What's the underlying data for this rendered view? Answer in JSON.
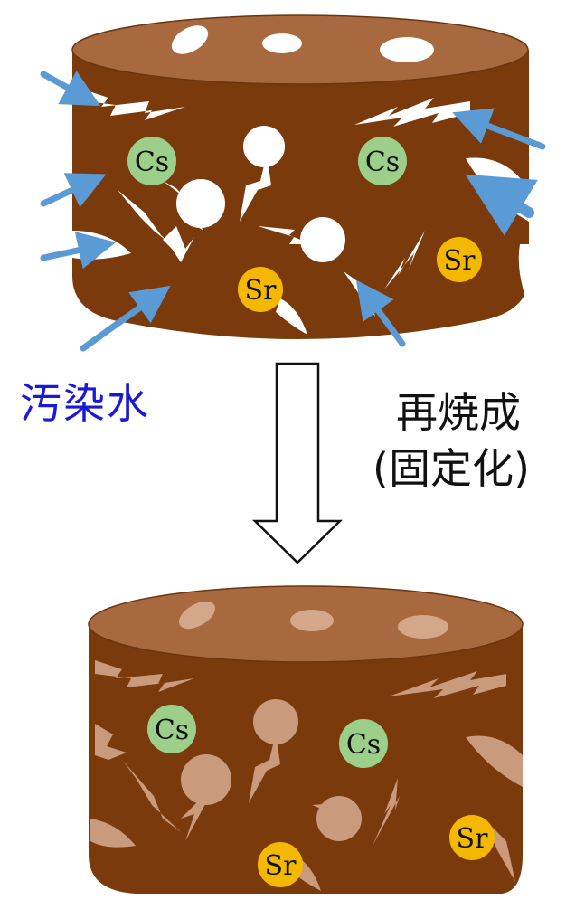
{
  "labels": {
    "contaminated_water": "汚染水",
    "process_line1": "再焼成",
    "process_line2": "(固定化)"
  },
  "ions": {
    "cs": "Cs",
    "sr": "Sr"
  },
  "colors": {
    "body_brown": "#7a3a0c",
    "top_brown": "#a8693f",
    "pore_before": "#ffffff",
    "pore_after": "#c99a7c",
    "cs_green": "#9ccf8a",
    "sr_yellow": "#f5b800",
    "water_arrow": "#5b9bd5",
    "label_blue": "#1a1ad6"
  }
}
